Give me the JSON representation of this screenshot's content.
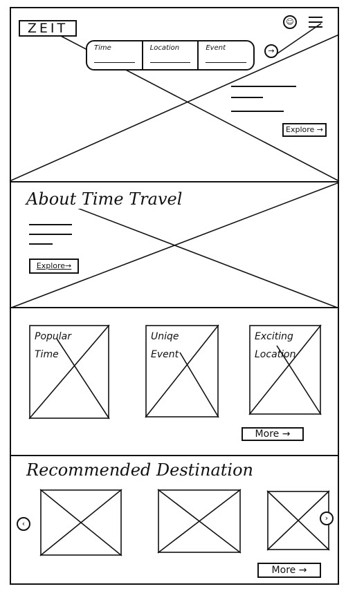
{
  "header": {
    "logo": "ZEIT",
    "search": {
      "fields": [
        {
          "label": "Time"
        },
        {
          "label": "Location"
        },
        {
          "label": "Event"
        }
      ],
      "go_icon": "arrow-right-circle-icon"
    },
    "user_icon": "user-icon",
    "menu_icon": "hamburger-menu-icon"
  },
  "hero": {
    "explore_label": "Explore →"
  },
  "about": {
    "title": "About  Time  Travel",
    "explore_label": "Explore→"
  },
  "categories": {
    "cards": [
      {
        "label": "Popular Time"
      },
      {
        "label": "Uniqe Event"
      },
      {
        "label": "Exciting Location"
      }
    ],
    "more_label": "More →"
  },
  "recommended": {
    "title": "Recommended  Destination",
    "prev_icon": "chevron-left-icon",
    "next_icon": "chevron-right-icon",
    "more_label": "More →"
  }
}
